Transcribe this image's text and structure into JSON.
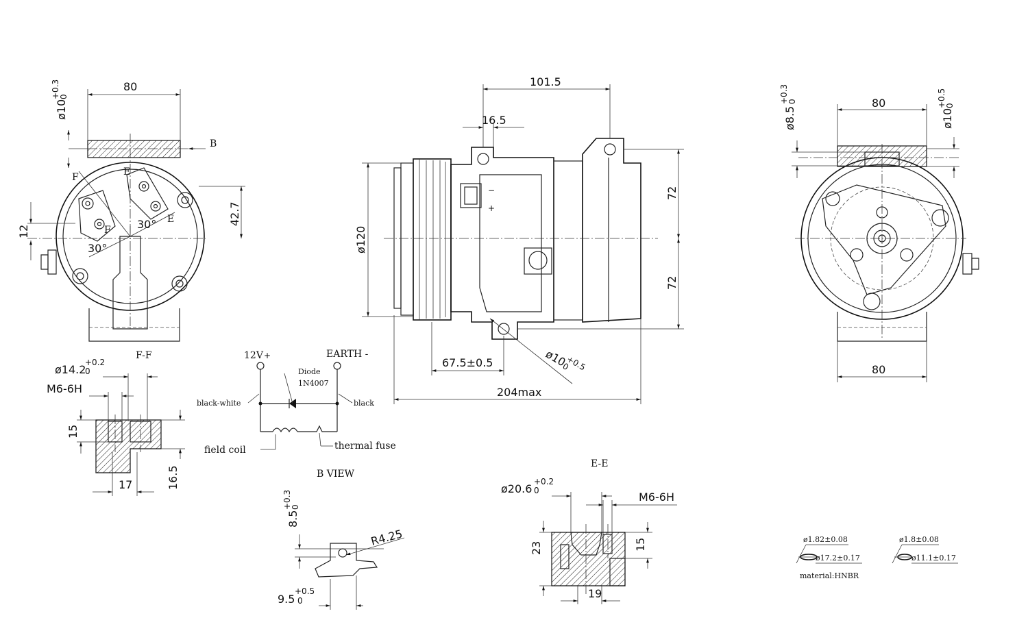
{
  "front_view": {
    "dim_width": "80",
    "dim_hole": "ø10",
    "dim_hole_tol_upper": "+0.3",
    "dim_hole_tol_lower": "0",
    "dim_height": "42.7",
    "dim_offset": "12",
    "angle_1": "30°",
    "angle_2": "30°",
    "label_b": "B",
    "label_e1": "E",
    "label_e2": "E",
    "label_f1": "F",
    "label_f2": "F",
    "section_label": "F-F"
  },
  "side_view": {
    "dim_length_top": "101.5",
    "dim_small": "16.5",
    "dim_pulley": "ø120",
    "dim_upper": "72",
    "dim_lower": "72",
    "dim_mount": "67.5±0.5",
    "dim_overall": "204max",
    "dim_hole": "ø10",
    "dim_hole_tol": "+0.5",
    "dim_hole_tol_lower": "0",
    "plus": "+",
    "minus": "−"
  },
  "rear_view": {
    "dim_width_top": "80",
    "dim_width_bottom": "80",
    "dim_hole_left": "ø8.5",
    "dim_hole_left_tol_upper": "+0.3",
    "dim_hole_left_tol_lower": "0",
    "dim_hole_right": "ø10",
    "dim_hole_right_tol_upper": "+0.5",
    "dim_hole_right_tol_lower": "0"
  },
  "section_ff": {
    "dim_dia": "ø14.2",
    "dim_dia_tol_upper": "+0.2",
    "dim_dia_tol_lower": "0",
    "dim_thread": "M6-6H",
    "dim_15": "15",
    "dim_16_5": "16.5",
    "dim_17": "17"
  },
  "circuit": {
    "supply": "12V",
    "supply_sign": "+",
    "earth": "EARTH -",
    "diode": "Diode",
    "diode_model": "1N4007",
    "wire_left": "black-white",
    "wire_right": "black",
    "field_coil": "field coil",
    "thermal_fuse": "thermal fuse"
  },
  "b_view": {
    "title": "B VIEW",
    "dim_hole": "8.5",
    "dim_hole_tol_upper": "+0.3",
    "dim_hole_tol_lower": "0",
    "dim_radius": "R4.25",
    "dim_width": "9.5",
    "dim_width_tol_upper": "+0.5",
    "dim_width_tol_lower": "0"
  },
  "section_ee": {
    "title": "E-E",
    "dim_dia": "ø20.6",
    "dim_dia_tol_upper": "+0.2",
    "dim_dia_tol_lower": "0",
    "dim_thread": "M6-6H",
    "dim_23": "23",
    "dim_15": "15",
    "dim_19": "19"
  },
  "orings": {
    "ring1_section": "ø1.82±0.08",
    "ring1_id": "ø17.2±0.17",
    "ring2_section": "ø1.8±0.08",
    "ring2_id": "ø11.1±0.17",
    "material": "material:HNBR"
  }
}
